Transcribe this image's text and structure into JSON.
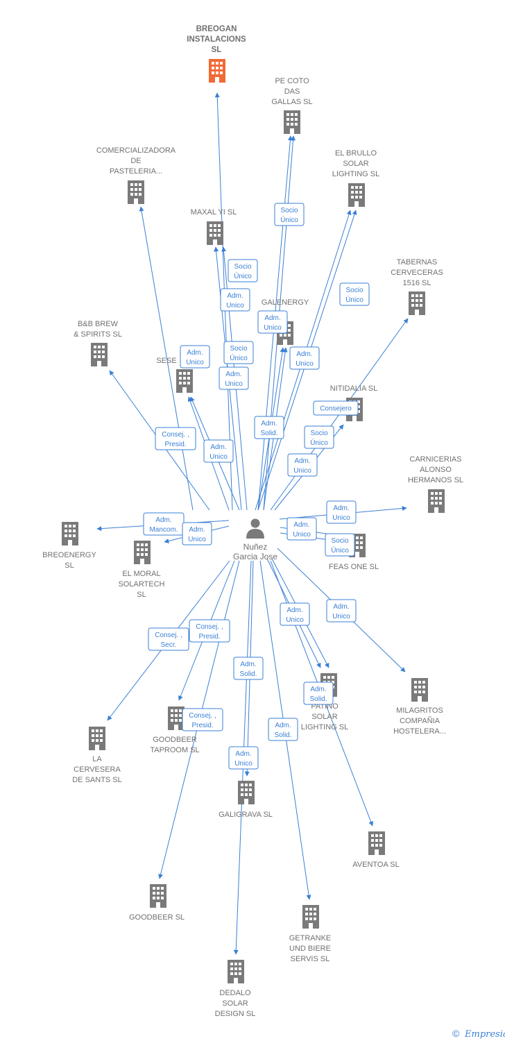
{
  "colors": {
    "edge": "#3a7fd5",
    "building": "#7a7a7a",
    "building_highlight": "#f06a35",
    "text": "#707070"
  },
  "center_person": {
    "lines": [
      "Nuñez",
      "Garcia Jose"
    ],
    "icon": "person-icon"
  },
  "companies": [
    {
      "id": "breogan",
      "lines": [
        "BREOGAN",
        "INSTALACIONS",
        "SL"
      ],
      "highlight": true
    },
    {
      "id": "pe-coto",
      "lines": [
        "PE COTO",
        "DAS",
        "GALLAS  SL"
      ]
    },
    {
      "id": "comercializadora",
      "lines": [
        "COMERCIALIZADORA",
        "DE",
        "PASTELERIA..."
      ]
    },
    {
      "id": "el-brullo",
      "lines": [
        "EL BRULLO",
        "SOLAR",
        "LIGHTING  SL"
      ]
    },
    {
      "id": "maxal",
      "lines": [
        "MAXAL YI  SL"
      ]
    },
    {
      "id": "tabernas",
      "lines": [
        "TABERNAS",
        "CERVECERAS",
        "1516  SL"
      ]
    },
    {
      "id": "galenergy",
      "lines": [
        "GALENERGY"
      ]
    },
    {
      "id": "bb-brew",
      "lines": [
        "B&B BREW",
        "& SPIRITS  SL"
      ]
    },
    {
      "id": "sese",
      "lines": [
        "SESE"
      ]
    },
    {
      "id": "nitidalia",
      "lines": [
        "NITIDALIA  SL"
      ]
    },
    {
      "id": "carnicerias",
      "lines": [
        "CARNICERIAS",
        "ALONSO",
        "HERMANOS  SL"
      ]
    },
    {
      "id": "breoenergy",
      "lines": [
        "BREOENERGY",
        "SL"
      ]
    },
    {
      "id": "el-moral",
      "lines": [
        "EL MORAL",
        "SOLARTECH",
        "SL"
      ]
    },
    {
      "id": "feas-one",
      "lines": [
        "FEAS ONE  SL"
      ]
    },
    {
      "id": "milagritos",
      "lines": [
        "MILAGRITOS",
        "COMPAÑIA",
        "HOSTELERA..."
      ]
    },
    {
      "id": "patino",
      "lines": [
        "PATINO",
        "SOLAR",
        "LIGHTING  SL"
      ]
    },
    {
      "id": "la-cervesera",
      "lines": [
        "LA",
        "CERVESERA",
        "DE SANTS  SL"
      ]
    },
    {
      "id": "goodbeer-taproom",
      "lines": [
        "GOODBEER",
        "TAPROOM  SL"
      ]
    },
    {
      "id": "galigrava",
      "lines": [
        "GALIGRAVA  SL"
      ]
    },
    {
      "id": "aventoa",
      "lines": [
        "AVENTOA SL"
      ]
    },
    {
      "id": "goodbeer",
      "lines": [
        "GOODBEER SL"
      ]
    },
    {
      "id": "getranke",
      "lines": [
        "GETRANKE",
        "UND BIERE",
        "SERVIS SL"
      ]
    },
    {
      "id": "dedalo",
      "lines": [
        "DEDALO",
        "SOLAR",
        "DESIGN  SL"
      ]
    }
  ],
  "roles": [
    {
      "lines": [
        "Socio",
        "Único"
      ]
    },
    {
      "lines": [
        "Socio",
        "Único"
      ]
    },
    {
      "lines": [
        "Socio",
        "Único"
      ]
    },
    {
      "lines": [
        "Adm.",
        "Unico"
      ]
    },
    {
      "lines": [
        "Adm.",
        "Unico"
      ]
    },
    {
      "lines": [
        "Adm.",
        "Unico"
      ]
    },
    {
      "lines": [
        "Socio",
        "Único"
      ]
    },
    {
      "lines": [
        "Adm.",
        "Unico"
      ]
    },
    {
      "lines": [
        "Adm.",
        "Unico"
      ]
    },
    {
      "lines": [
        "Consejero"
      ]
    },
    {
      "lines": [
        "Adm.",
        "Solid."
      ]
    },
    {
      "lines": [
        "Socio",
        "Único"
      ]
    },
    {
      "lines": [
        "Consej. ,",
        "Presid."
      ]
    },
    {
      "lines": [
        "Adm.",
        "Unico"
      ]
    },
    {
      "lines": [
        "Adm.",
        "Unico"
      ]
    },
    {
      "lines": [
        "Adm.",
        "Unico"
      ]
    },
    {
      "lines": [
        "Adm.",
        "Mancom."
      ]
    },
    {
      "lines": [
        "Adm.",
        "Unico"
      ]
    },
    {
      "lines": [
        "Adm.",
        "Unico"
      ]
    },
    {
      "lines": [
        "Socio",
        "Único"
      ]
    },
    {
      "lines": [
        "Adm.",
        "Unico"
      ]
    },
    {
      "lines": [
        "Adm.",
        "Unico"
      ]
    },
    {
      "lines": [
        "Consej. ,",
        "Presid."
      ]
    },
    {
      "lines": [
        "Consej. ,",
        "Secr."
      ]
    },
    {
      "lines": [
        "Adm.",
        "Solid."
      ]
    },
    {
      "lines": [
        "Adm.",
        "Solid."
      ]
    },
    {
      "lines": [
        "Consej. ,",
        "Presid."
      ]
    },
    {
      "lines": [
        "Adm.",
        "Solid."
      ]
    },
    {
      "lines": [
        "Adm.",
        "Unico"
      ]
    }
  ],
  "footer": {
    "copyright": "©",
    "brand": "Empresia"
  }
}
